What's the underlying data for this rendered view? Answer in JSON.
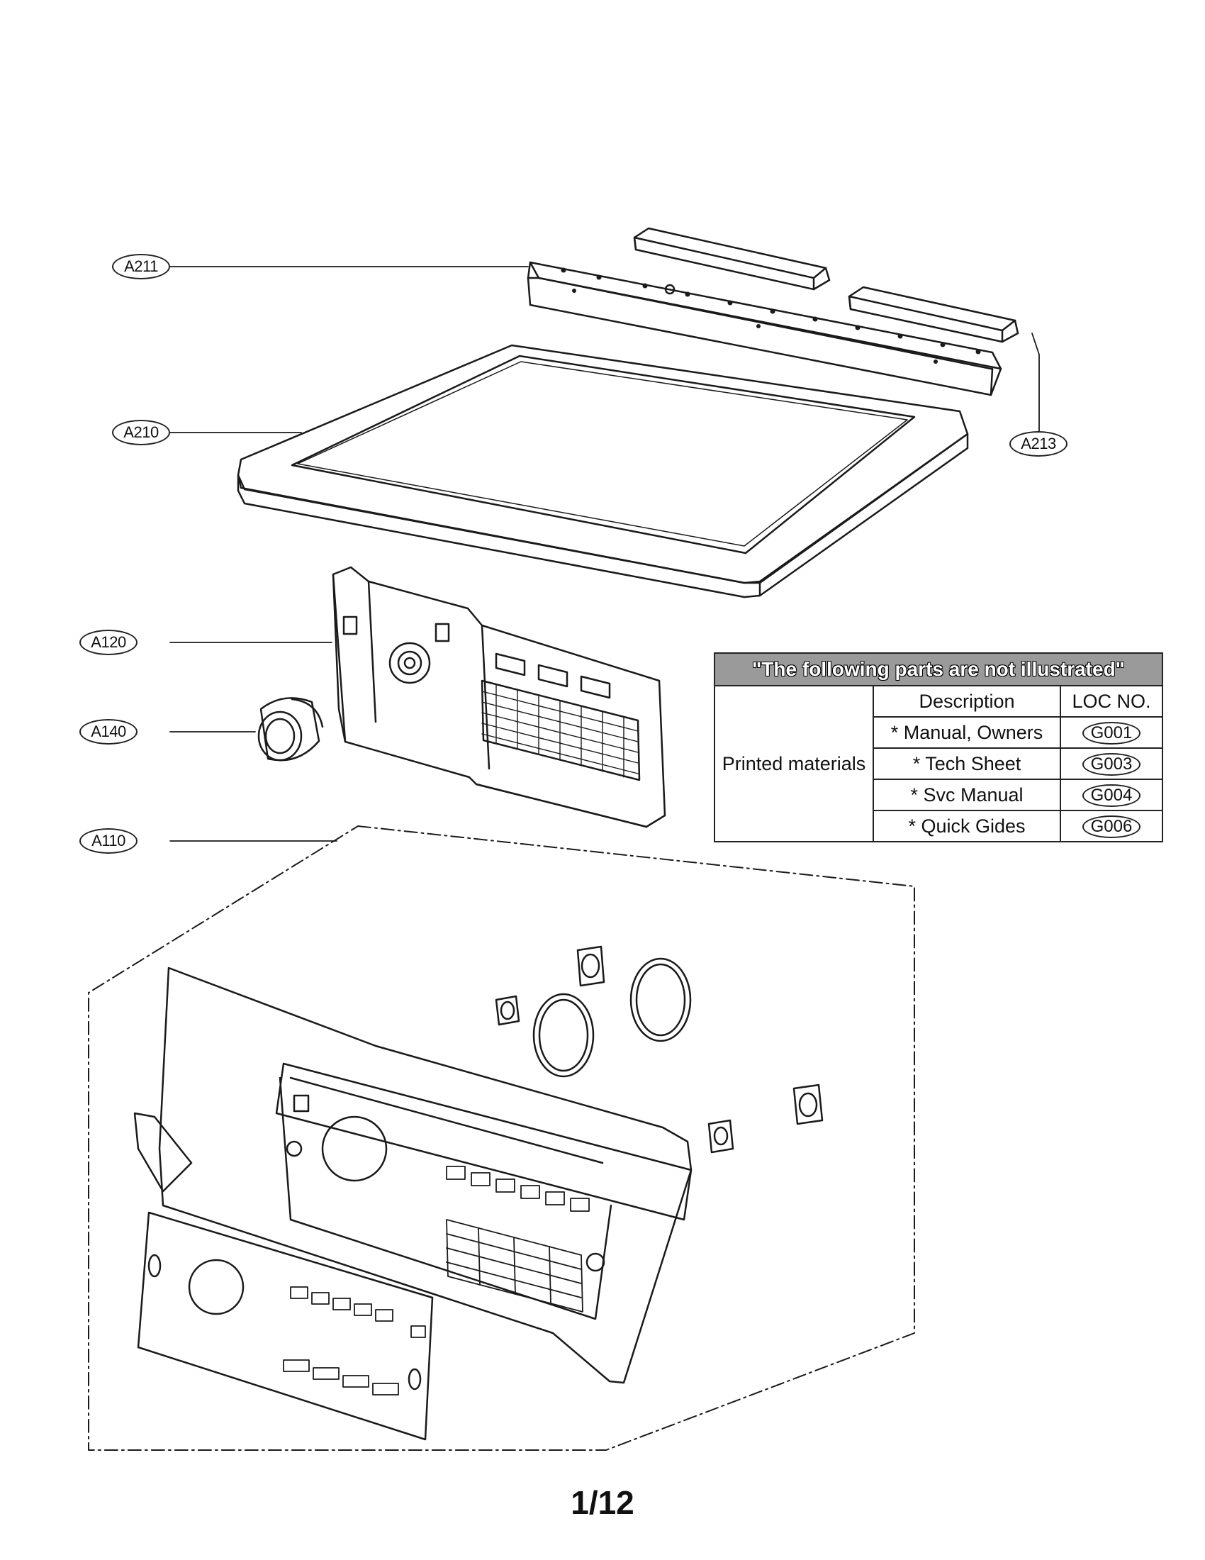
{
  "callouts": {
    "a211": "A211",
    "a210": "A210",
    "a213": "A213",
    "a120": "A120",
    "a140": "A140",
    "a110": "A110"
  },
  "table": {
    "banner": "\"The following parts are not illustrated\"",
    "col_description": "Description",
    "col_loc": "LOC NO.",
    "group": "Printed materials",
    "rows": [
      {
        "description": "* Manual, Owners",
        "loc": "G001"
      },
      {
        "description": "* Tech Sheet",
        "loc": "G003"
      },
      {
        "description": "* Svc Manual",
        "loc": "G004"
      },
      {
        "description": "* Quick Gides",
        "loc": "G006"
      }
    ]
  },
  "page_number": "1/12"
}
